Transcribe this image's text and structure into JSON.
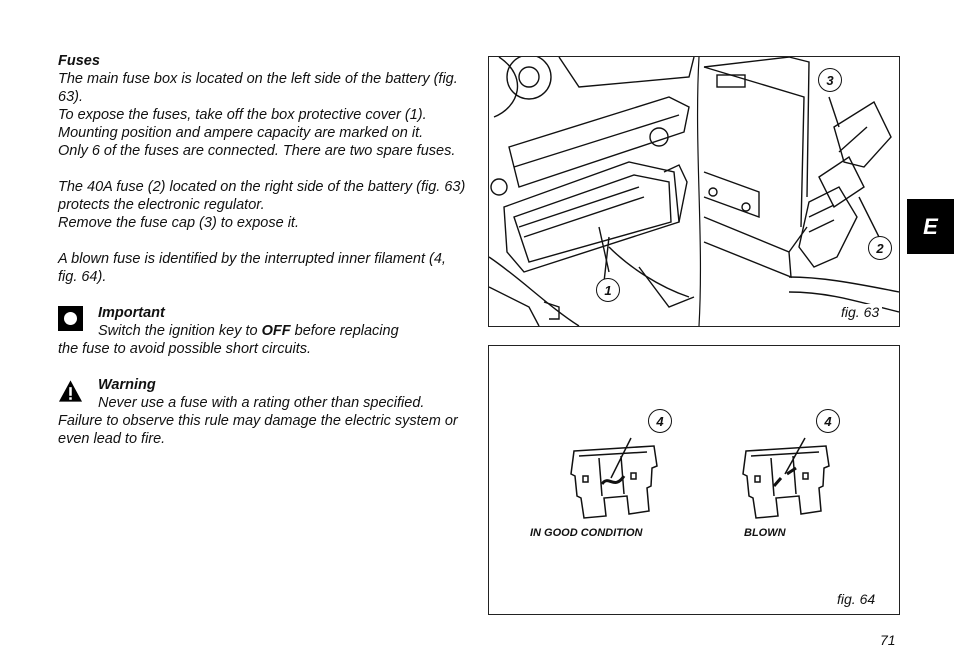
{
  "section": {
    "heading": "Fuses",
    "paragraphs": [
      "The main fuse box is located on the left side of the battery (fig. 63).",
      "To expose the fuses, take off the box protective cover (1). Mounting position and ampere capacity are marked on it.",
      "Only 6 of the fuses are connected. There are two spare fuses.",
      "The 40A fuse (2) located on the right side of the battery (fig. 63) protects the electronic regulator.",
      "Remove the fuse cap (3) to expose it.",
      "A blown fuse is identified by the interrupted inner filament (4, fig. 64)."
    ]
  },
  "important": {
    "title": "Important",
    "line1_before": "Switch the ignition key to ",
    "key_word": "OFF",
    "line1_after": " before replacing",
    "rest": "the fuse to avoid possible short circuits.",
    "icon": "info-dot-icon"
  },
  "warning": {
    "title": "Warning",
    "line1": "Never use a fuse with a rating other than specified.",
    "rest": "Failure to observe this rule may damage the electric system or even lead to fire.",
    "icon": "warning-triangle-icon"
  },
  "figure63": {
    "caption": "fig. 63",
    "callouts": [
      "1",
      "2",
      "3"
    ]
  },
  "figure64": {
    "caption": "fig. 64",
    "callouts": [
      "4",
      "4"
    ],
    "labels": [
      "IN GOOD CONDITION",
      "BLOWN"
    ]
  },
  "side_tab": "E",
  "page_number": "71"
}
